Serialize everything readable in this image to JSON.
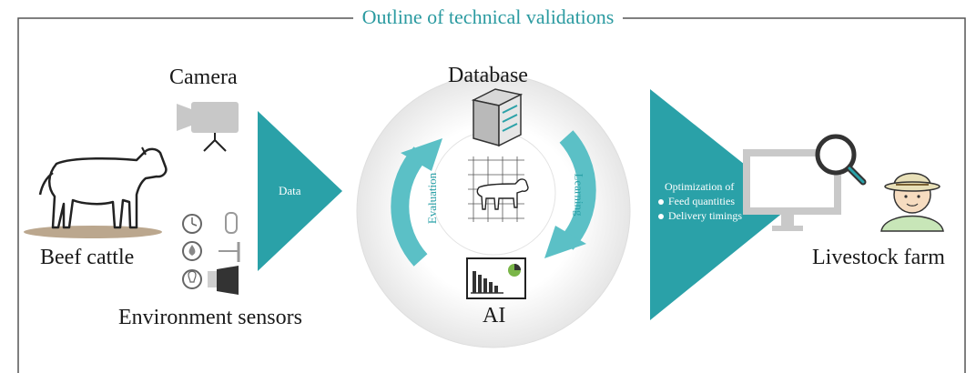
{
  "title": "Outline of technical validations",
  "labels": {
    "camera": "Camera",
    "beef_cattle": "Beef cattle",
    "environment_sensors": "Environment sensors",
    "data": "Data",
    "database": "Database",
    "evaluation": "Evaluation",
    "learning": "Learning",
    "ai": "AI",
    "livestock_farm": "Livestock farm"
  },
  "optimization": {
    "heading": "Optimization of",
    "items": [
      "Feed quantities",
      "Delivery timings"
    ]
  },
  "colors": {
    "accent_teal": "#2aa1a8",
    "arrow_teal": "#3bb3ba",
    "frame": "#555555",
    "icon_gray": "#c8c8c8",
    "text": "#1a1a1a"
  }
}
